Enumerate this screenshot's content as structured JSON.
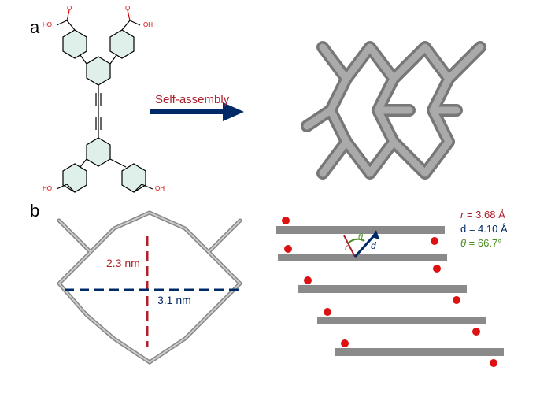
{
  "panels": {
    "a": {
      "label": "a",
      "arrow_label": "Self-assembly"
    },
    "b": {
      "label": "b",
      "dimension_vertical": "2.3 nm",
      "dimension_horizontal": "3.1 nm",
      "stack_params": {
        "r_symbol": "r",
        "r_value": " = 3.68 Å",
        "d_line": "d = 4.10 Å",
        "theta_symbol": "θ",
        "theta_value": " = 66.7°",
        "theta_angle_mark": "θ",
        "r_vector_mark": "r",
        "d_vector_mark": "d"
      }
    },
    "molecule": {
      "carboxyl_label_right": "OH",
      "carboxyl_label_left": "HO",
      "carbonyl_label": "O"
    }
  },
  "colors": {
    "navy": "#002a67",
    "dark_red": "#b0202a",
    "green": "#4a8a20",
    "carbon_gray": "#888888",
    "oxygen_red": "#dd1111",
    "ring_fill": "#dff0ea"
  }
}
